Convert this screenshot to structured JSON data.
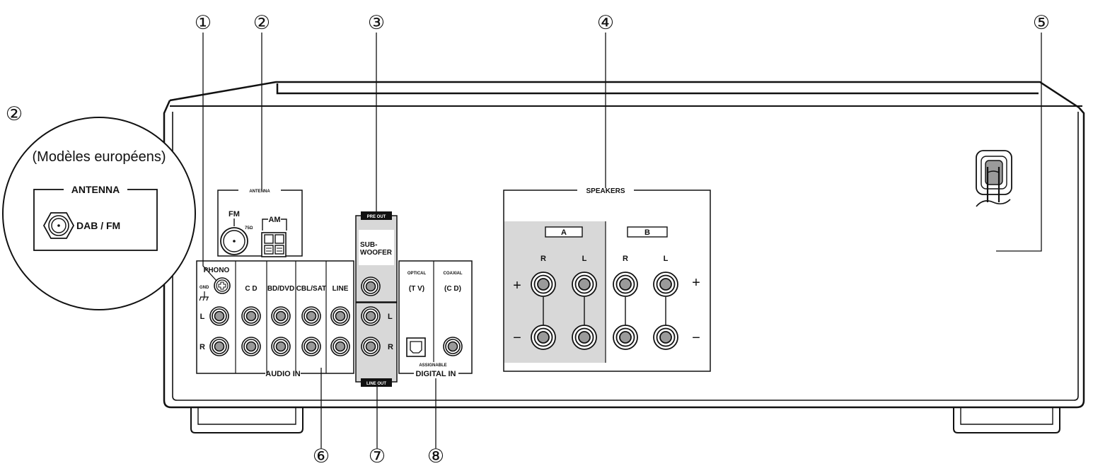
{
  "callouts": {
    "c1": "①",
    "c2": "②",
    "c2_inset": "②",
    "c3": "③",
    "c4": "④",
    "c5": "⑤",
    "c6": "⑥",
    "c7": "⑦",
    "c8": "⑧"
  },
  "inset": {
    "caption": "(Modèles européens)",
    "antenna_label": "ANTENNA",
    "jack_label": "DAB / FM"
  },
  "antenna": {
    "title": "ANTENNA",
    "fm": "FM",
    "impedance": "75Ω",
    "am": "AM"
  },
  "pre_out": {
    "tag": "PRE OUT",
    "sub_1": "SUB-",
    "sub_2": "WOOFER"
  },
  "line_out": {
    "tag": "LINE OUT",
    "l": "L",
    "r": "R"
  },
  "audio_in": {
    "title": "AUDIO IN",
    "phono": "PHONO",
    "gnd": "GND",
    "columns": [
      "C D",
      "BD/DVD",
      "CBL/SAT",
      "LINE"
    ],
    "l": "L",
    "r": "R"
  },
  "digital_in": {
    "title": "DIGITAL IN",
    "optical": "OPTICAL",
    "optical_sub": "(T V)",
    "coaxial": "COAXIAL",
    "coaxial_sub": "(C D)",
    "assignable": "ASSIGNABLE"
  },
  "speakers": {
    "title": "SPEAKERS",
    "a": "A",
    "b": "B",
    "r": "R",
    "l": "L",
    "plus": "+",
    "minus": "−"
  },
  "colors": {
    "line": "#111111",
    "panel_shade": "#d8d8d8",
    "background": "#ffffff"
  }
}
